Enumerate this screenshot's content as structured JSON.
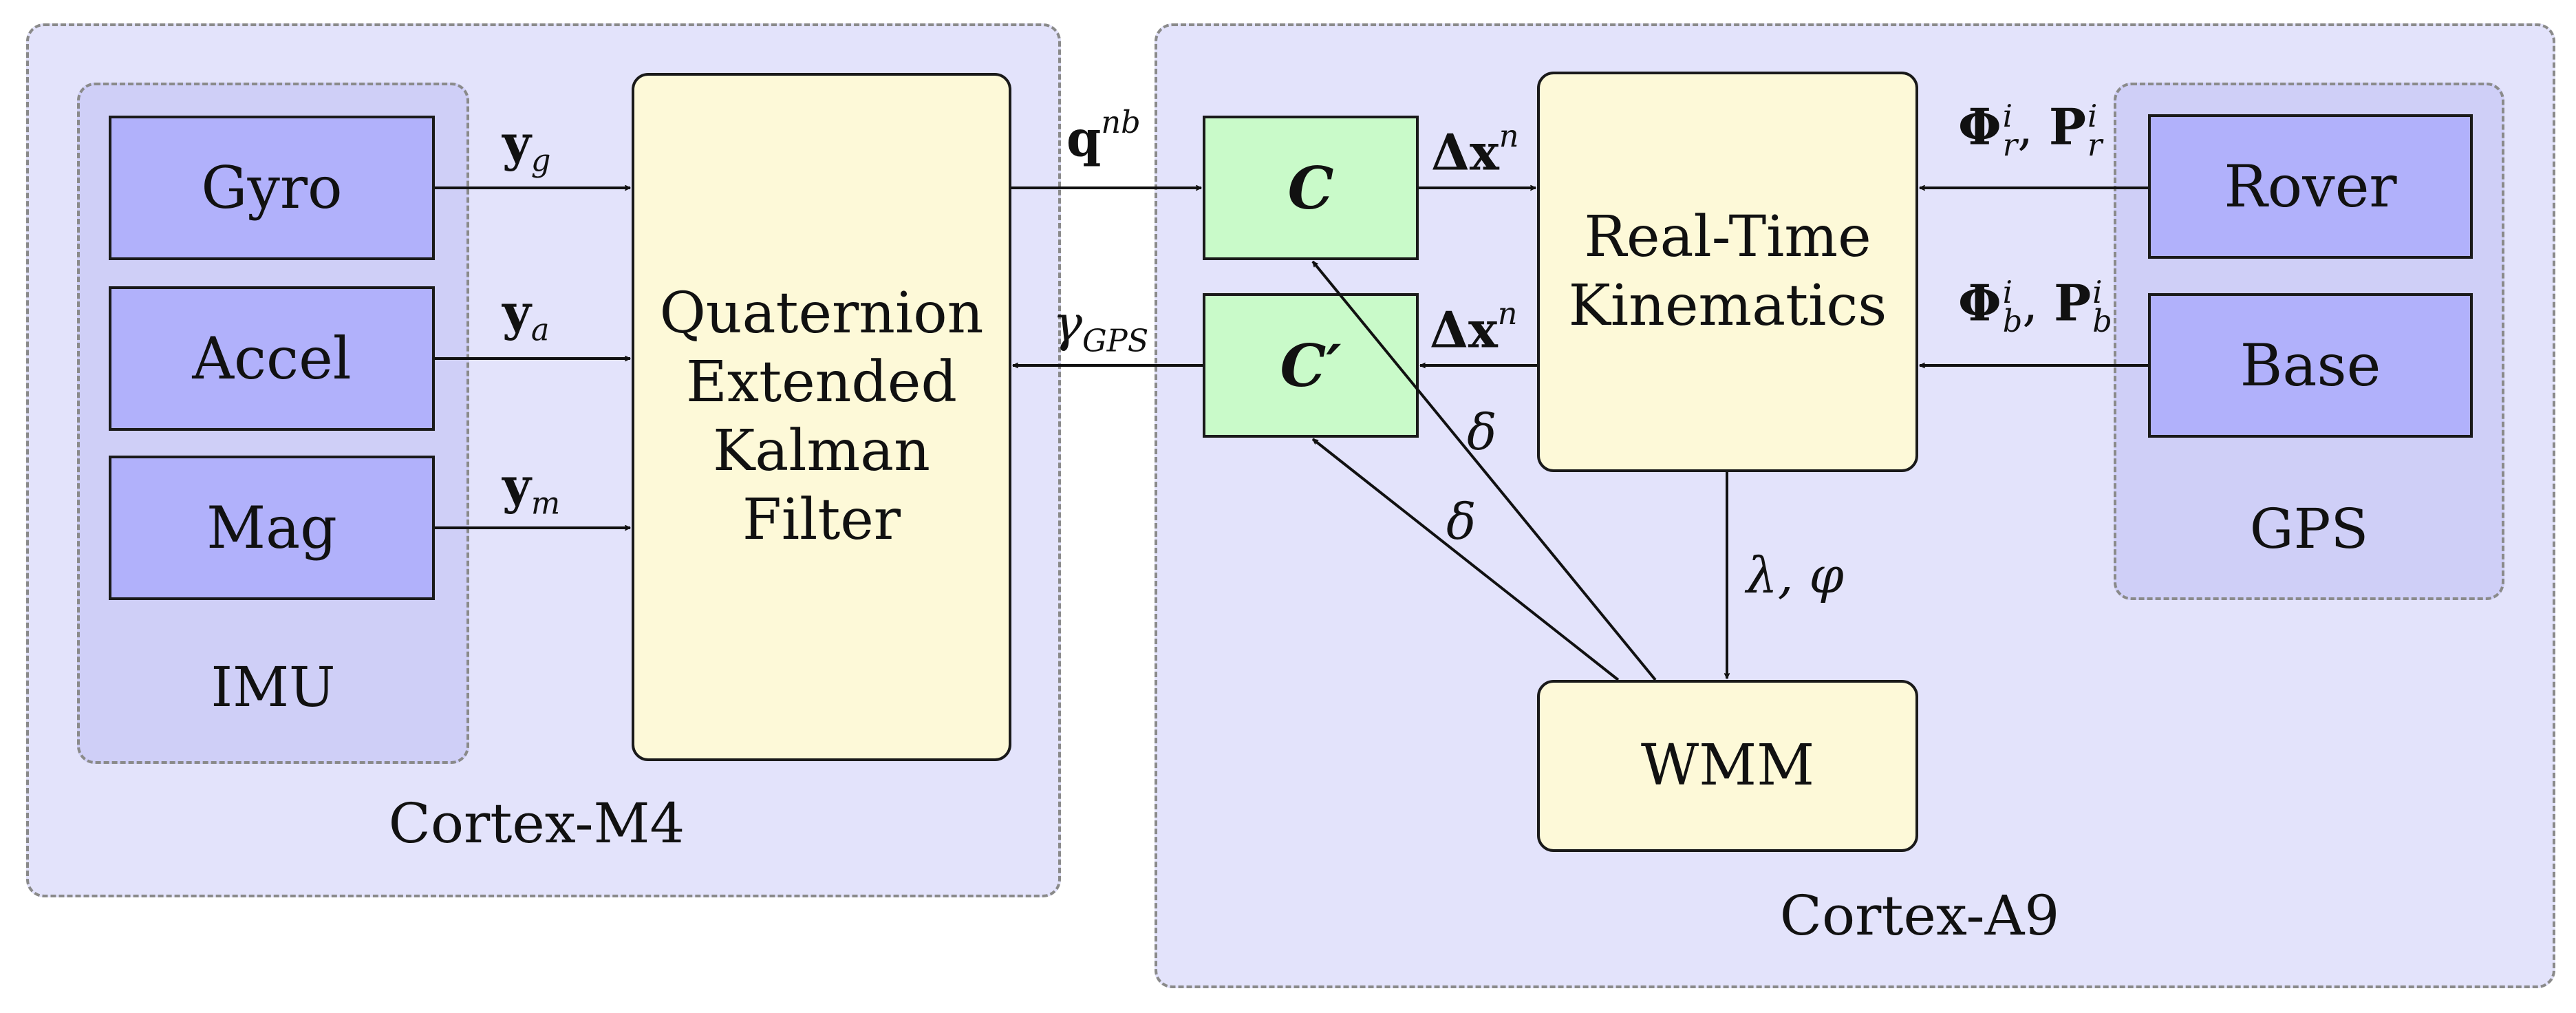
{
  "regions": {
    "cortex_m4": "Cortex-M4",
    "cortex_a9": "Cortex-A9",
    "imu": "IMU",
    "gps": "GPS"
  },
  "sensors": {
    "gyro": "Gyro",
    "accel": "Accel",
    "mag": "Mag",
    "rover": "Rover",
    "base": "Base"
  },
  "processors": {
    "qekf_line1": "Quaternion",
    "qekf_line2": "Extended",
    "qekf_line3": "Kalman",
    "qekf_line4": "Filter",
    "rtk_line1": "Real-Time",
    "rtk_line2": "Kinematics",
    "wmm": "WMM"
  },
  "transforms": {
    "c": "C",
    "c_prime": "C′"
  },
  "signals": {
    "y": "y",
    "g": "g",
    "a": "a",
    "m": "m",
    "q": "q",
    "nb": "nb",
    "delta_x": "Δx",
    "n": "n",
    "gamma": "γ",
    "gps_sub": "GPS",
    "phi": "Φ",
    "p": "P",
    "i": "i",
    "r": "r",
    "b": "b",
    "comma": ",",
    "lambda_phi": "λ, φ",
    "delta": "δ"
  },
  "colors": {
    "region_fill": "#e3e3fb",
    "subregion_fill": "#cfcff7",
    "sensor_fill": "#b1b1fb",
    "processor_fill": "#fdf9d8",
    "transform_fill": "#c9fac9"
  }
}
